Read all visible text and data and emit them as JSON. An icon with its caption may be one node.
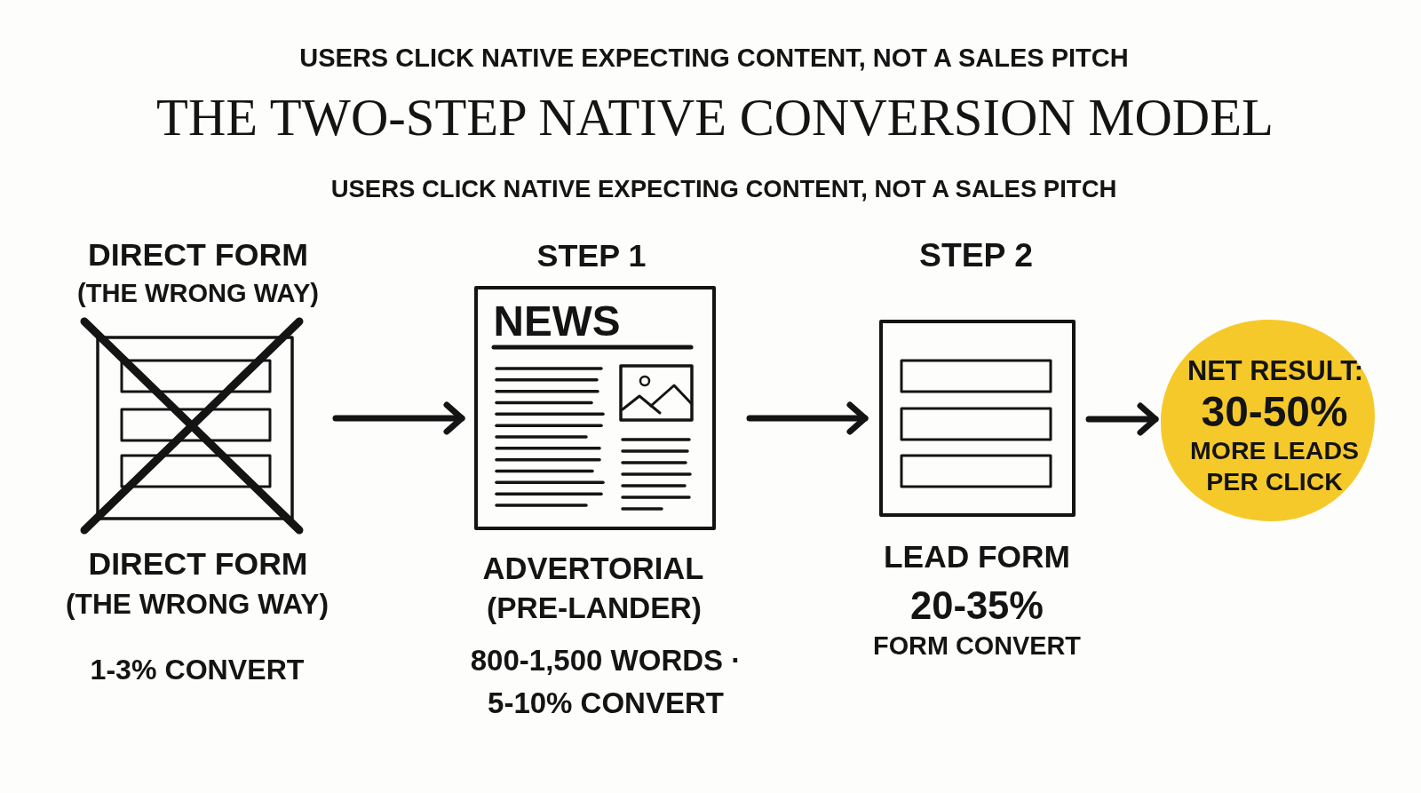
{
  "diagram": {
    "title": "THE TWO-STEP NATIVE CONVERSION MODEL",
    "nodes": [
      {
        "text": [
          "DIRECT FORM",
          "(THE WRONG WAY)"
        ],
        "beside": [
          "DIRECT FORM",
          "(THE WRONG WAY)",
          "1-3% CONVERT"
        ]
      },
      {
        "text": [
          "STEP 1",
          "NEWS"
        ],
        "beside": [
          "ADVERTORIAL",
          "(PRE-LANDER)",
          "800-1,500 WORDS · 5-10% CONVERT"
        ]
      },
      {
        "text": [
          "STEP 2"
        ],
        "beside": [
          "LEAD FORM",
          "20-35%",
          "FORM CONVERT"
        ]
      },
      {
        "text": [
          "NET RESULT:",
          "30-50%",
          "MORE LEADS PER CLICK"
        ]
      }
    ],
    "edges": [
      {
        "from": 0,
        "to": 1,
        "arrow": "to"
      },
      {
        "from": 1,
        "to": 2,
        "arrow": "to"
      },
      {
        "from": 2,
        "to": 3,
        "arrow": "to"
      }
    ],
    "labels": [
      "USERS CLICK NATIVE EXPECTING CONTENT, NOT A SALES PITCH",
      "USERS CLICK NATIVE EXPECTING CONTENT, NOT A SALES PITCH"
    ]
  }
}
